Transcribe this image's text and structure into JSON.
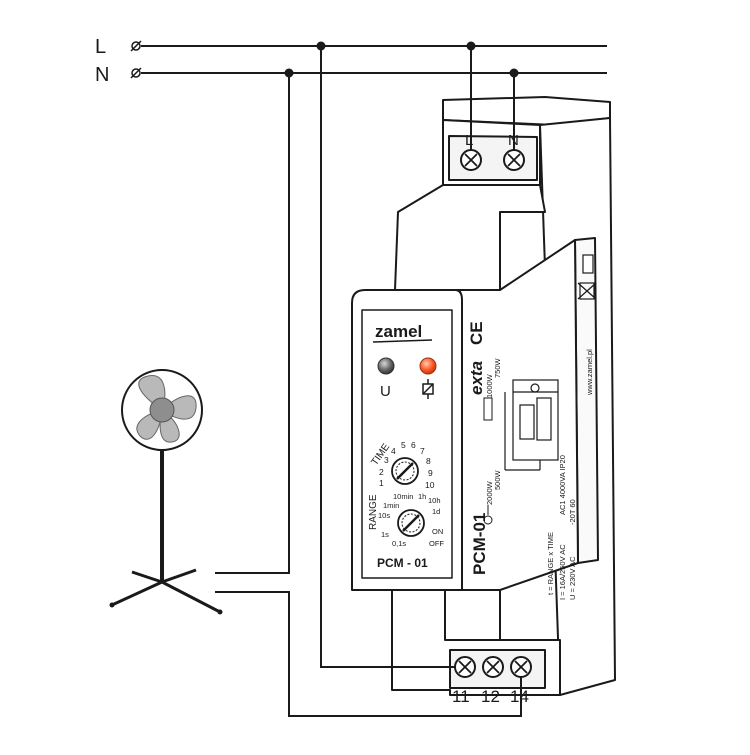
{
  "lines": {
    "L": "L",
    "N": "N"
  },
  "terminals_top": {
    "L": "L",
    "N": "N"
  },
  "terminals_bottom": {
    "t11": "11",
    "t12": "12",
    "t14": "14"
  },
  "front": {
    "brand": "zamel",
    "led_power": "U",
    "led_relay": "⍰",
    "time_label": "TIME",
    "time_scale": [
      "1",
      "2",
      "3",
      "4",
      "5",
      "6",
      "7",
      "8",
      "9",
      "10"
    ],
    "range_label": "RANGE",
    "range_scale": [
      "0,1s",
      "1s",
      "10s",
      "1min",
      "10min",
      "1h",
      "10h",
      "1d",
      "ON",
      "OFF"
    ],
    "model": "PCM - 01"
  },
  "side": {
    "model": "PCM-01",
    "exta": "exta",
    "ce": "CE",
    "loads_1": "1000W",
    "loads_2": "750W",
    "loads_3": "2000W",
    "loads_4": "500W",
    "formula": "t = RANGE x TIME",
    "spec_1": "U = 230V AC",
    "spec_2": "I = 16A/250V AC",
    "spec_3": "AC1 4000VA  IP20",
    "spec_4": "-20T 60",
    "web": "www.zamel.pl"
  },
  "colors": {
    "wire": "#1a1a1a",
    "device": "#ffffff",
    "led_power": "#6a6a6a",
    "led_relay": "#ff5a2a",
    "fan_blade": "#b9b9b9",
    "fan_hub": "#8e8e8e"
  }
}
